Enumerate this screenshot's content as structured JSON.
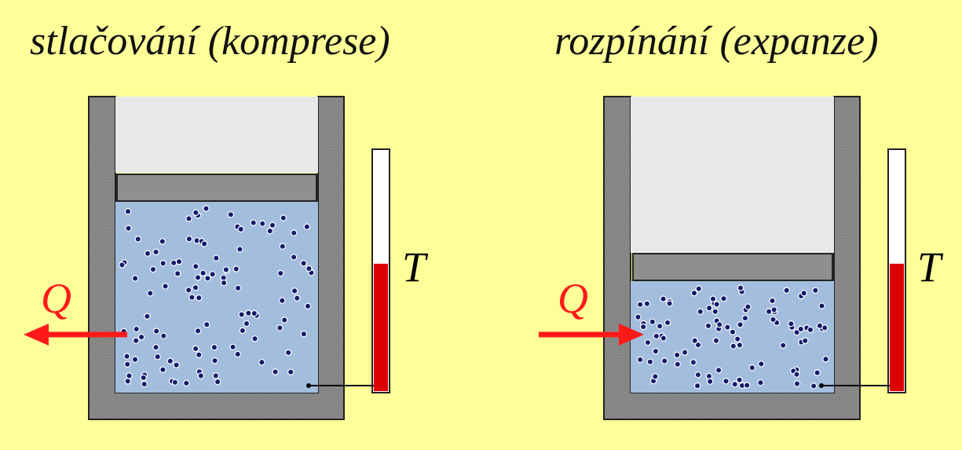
{
  "panels": [
    {
      "title": "stlačování (komprese)",
      "heat_label": "Q",
      "heat_direction": "out",
      "temperature_label": "T",
      "thermometer_level": 0.53
    },
    {
      "title": "rozpínání (expanze)",
      "heat_label": "Q",
      "heat_direction": "in",
      "temperature_label": "T",
      "thermometer_level": 0.53
    }
  ],
  "colors": {
    "background": "#ffff99",
    "wall": "#7a7a7a",
    "wall_border": "#222222",
    "empty_space": "#e8e8e8",
    "gas": "#a3bedd",
    "piston": "#8f8f8f",
    "molecule": "#141a6b",
    "thermometer_fill": "#dd0000",
    "arrow": "#ff1a1a"
  }
}
